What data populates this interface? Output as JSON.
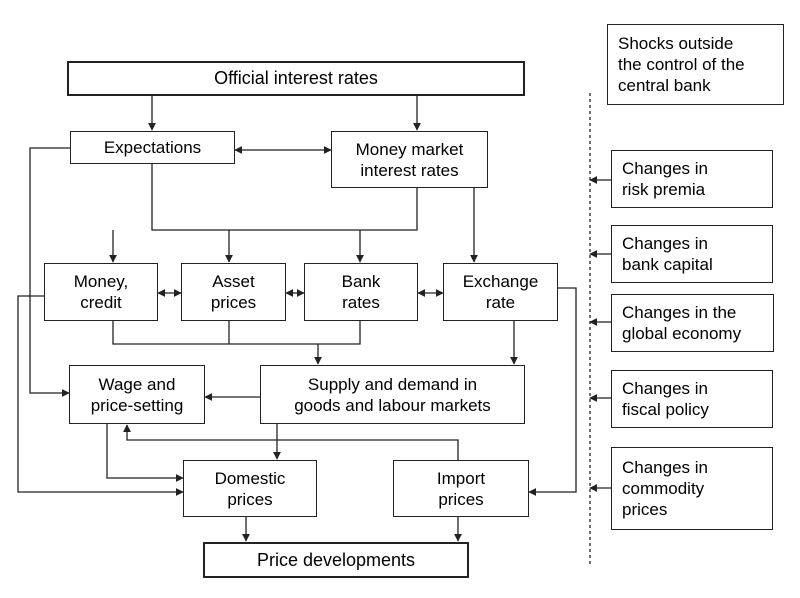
{
  "nodes": {
    "official_interest_rates": "Official interest rates",
    "expectations": "Expectations",
    "money_market_interest_rates": "Money market\ninterest rates",
    "money_credit": "Money,\ncredit",
    "asset_prices": "Asset\nprices",
    "bank_rates": "Bank\nrates",
    "exchange_rate": "Exchange\nrate",
    "wage_price_setting": "Wage and\nprice-setting",
    "supply_demand": "Supply and demand in\ngoods and labour markets",
    "domestic_prices": "Domestic\nprices",
    "import_prices": "Import\nprices",
    "price_developments": "Price developments"
  },
  "shocks": {
    "title": "Shocks outside\nthe control of the\ncentral bank",
    "items": [
      "Changes in\nrisk premia",
      "Changes in\nbank capital",
      "Changes in the\nglobal economy",
      "Changes in\nfiscal policy",
      "Changes in\ncommodity\nprices"
    ]
  }
}
